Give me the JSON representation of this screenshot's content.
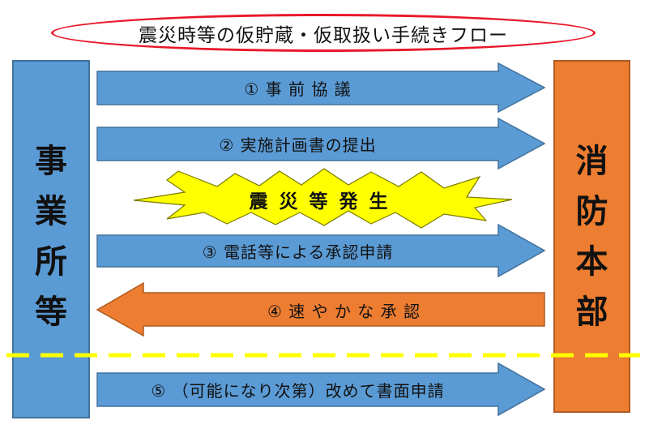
{
  "title": "震災時等の仮貯蔵・仮取扱い手続きフロー",
  "left_actor": {
    "label": "事業所等",
    "chars": [
      "事",
      "業",
      "所",
      "等"
    ]
  },
  "right_actor": {
    "label": "消防本部",
    "chars": [
      "消",
      "防",
      "本",
      "部"
    ]
  },
  "steps": [
    {
      "label": "① 事 前 協 議",
      "direction": "right",
      "color": "#5b9bd5"
    },
    {
      "label": "② 実施計画書の提出",
      "direction": "right",
      "color": "#5b9bd5"
    },
    {
      "label": "③ 電話等による承認申請",
      "direction": "right",
      "color": "#5b9bd5"
    },
    {
      "label": "④ 速 や か な 承 認",
      "direction": "left",
      "color": "#ed7d31"
    },
    {
      "label": "⑤ （可能になり次第）改めて書面申請",
      "direction": "right",
      "color": "#5b9bd5"
    }
  ],
  "event": {
    "label": "震災等発生",
    "color": "#ffff00"
  },
  "divider_color": "#ffff00"
}
